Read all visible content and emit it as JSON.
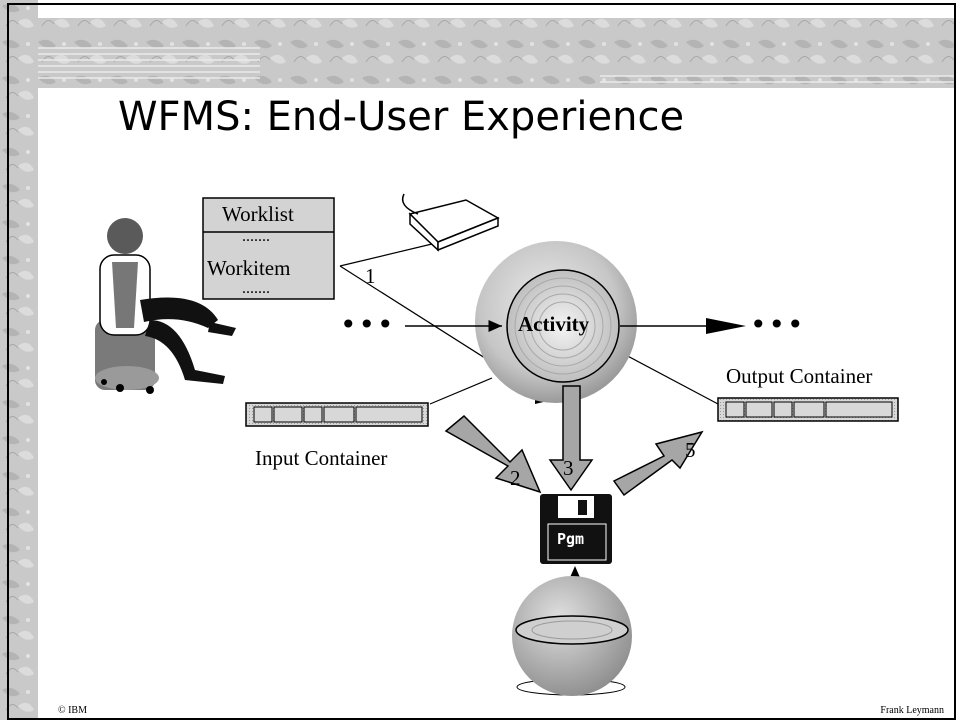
{
  "slide": {
    "title": "WFMS: End-User Experience",
    "footer_left": "© IBM",
    "footer_right": "Frank Leymann"
  },
  "diagram": {
    "worklist": {
      "header": "Worklist",
      "dots_top": ".......",
      "item": "Workitem",
      "dots_bottom": "......."
    },
    "activity_label": "Activity",
    "input_container_label": "Input Container",
    "output_container_label": "Output Container",
    "program_label": "Pgm",
    "step_labels": [
      "1",
      "2",
      "3",
      "5"
    ],
    "ellipsis": "•••"
  },
  "colors": {
    "background_texture": "#c9c9c9",
    "worklist_fill": "#d3d3d3",
    "activity_sphere": "#c8c8c8",
    "arrow_fill": "#a6a6a6",
    "disk_dark": "#111111"
  }
}
